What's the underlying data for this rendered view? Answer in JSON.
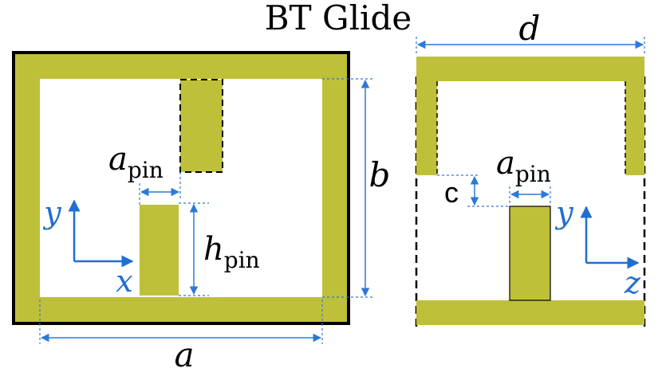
{
  "title": "BT Glide",
  "labels": {
    "a": "a",
    "b": "b",
    "d": "d",
    "a_pin_left": {
      "main": "a",
      "sub": "pin"
    },
    "a_pin_right": {
      "main": "a",
      "sub": "pin"
    },
    "h_pin": {
      "main": "h",
      "sub": "pin"
    },
    "c": "c",
    "axis_left_y": "y",
    "axis_left_x": "x",
    "axis_right_y": "y",
    "axis_right_z": "z"
  },
  "colors": {
    "metal": "#bfc03a",
    "outline": "#000000",
    "dimension": "#2a7ad8",
    "axis": "#1f6fd0",
    "text": "#000000"
  }
}
